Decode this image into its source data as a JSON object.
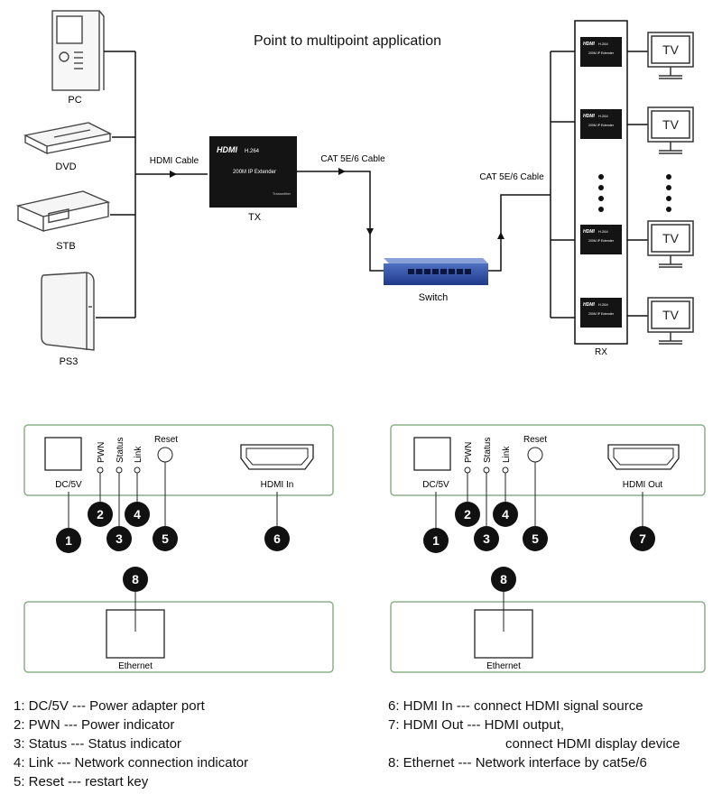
{
  "title": "Point to multipoint  application",
  "sources": [
    "PC",
    "DVD",
    "STB",
    "PS3"
  ],
  "cables": {
    "hdmi": "HDMI Cable",
    "cat_tx": "CAT 5E/6 Cable",
    "cat_rx": "CAT 5E/6 Cable"
  },
  "tx": {
    "label": "TX",
    "logo": "HDMI",
    "codec": "H.264",
    "product": "200M IP Extender",
    "role": "Transmitter"
  },
  "switch": {
    "label": "Switch"
  },
  "rx": {
    "label": "RX",
    "units": [
      {
        "logo": "HDMI",
        "codec": "H.264",
        "product": "200M IP Extender"
      },
      {
        "logo": "HDMI",
        "codec": "H.264",
        "product": "200M IP Extender"
      },
      {
        "logo": "HDMI",
        "codec": "H.264",
        "product": "200M IP Extender"
      },
      {
        "logo": "HDMI",
        "codec": "H.264",
        "product": "200M IP Extender"
      }
    ]
  },
  "tv": {
    "label": "TV",
    "count": 4
  },
  "tx_panel": {
    "port_labels": [
      "DC/5V",
      "PWN",
      "Status",
      "Link",
      "Reset",
      "HDMI In"
    ],
    "ethernet": "Ethernet",
    "badges": [
      "1",
      "2",
      "3",
      "4",
      "5",
      "6",
      "8"
    ]
  },
  "rx_panel": {
    "port_labels": [
      "DC/5V",
      "PWN",
      "Status",
      "Link",
      "Reset",
      "HDMI Out"
    ],
    "ethernet": "Ethernet",
    "badges": [
      "1",
      "2",
      "3",
      "4",
      "5",
      "7",
      "8"
    ]
  },
  "legend_left": [
    "1:  DC/5V --- Power adapter port",
    "2:  PWN --- Power indicator",
    "3:  Status --- Status indicator",
    "4:  Link --- Network connection indicator",
    "5:  Reset --- restart key"
  ],
  "legend_right": [
    "6:  HDMI In --- connect HDMI signal source",
    "7:  HDMI Out --- HDMI output,",
    "connect HDMI display device",
    "8:  Ethernet --- Network interface by cat5e/6"
  ]
}
